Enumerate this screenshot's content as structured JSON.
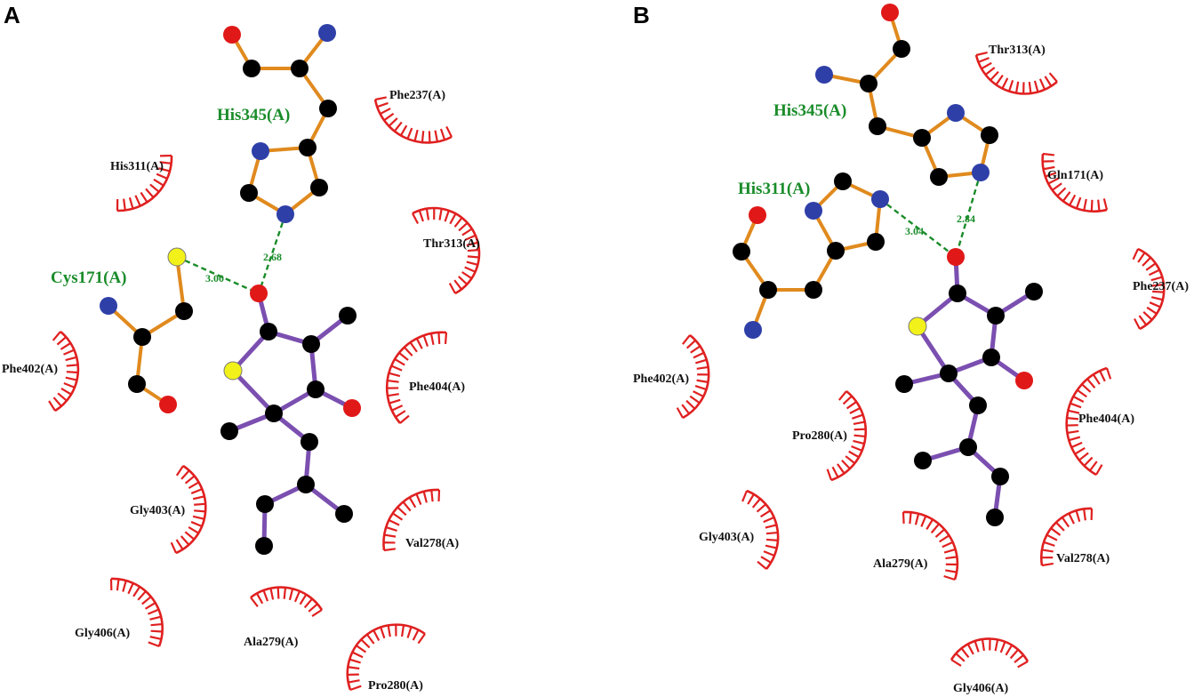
{
  "panels": [
    {
      "letter": "A",
      "hbond_residues": [
        "His345(A)",
        "Cys171(A)"
      ],
      "distances": [
        "2.68",
        "3.00"
      ],
      "hydrophobic_residues": [
        "Phe237(A)",
        "His311(A)",
        "Thr313(A)",
        "Phe402(A)",
        "Phe404(A)",
        "Gly403(A)",
        "Val278(A)",
        "Gly406(A)",
        "Ala279(A)",
        "Pro280(A)"
      ]
    },
    {
      "letter": "B",
      "hbond_residues": [
        "His345(A)",
        "His311(A)"
      ],
      "distances": [
        "3.04",
        "2.84"
      ],
      "hydrophobic_residues": [
        "Thr313(A)",
        "Gln171(A)",
        "Phe237(A)",
        "Phe402(A)",
        "Pro280(A)",
        "Phe404(A)",
        "Gly403(A)",
        "Ala279(A)",
        "Val278(A)",
        "Gly406(A)"
      ]
    }
  ],
  "colors": {
    "carbon": "#000000",
    "nitrogen": "#2f3fa8",
    "oxygen": "#e01818",
    "sulfur": "#f2f21a",
    "residue_bond": "#e08a1e",
    "ligand_bond": "#7b4fb0",
    "hbond": "#1a8c2a",
    "hydrophobic": "#e02020"
  }
}
